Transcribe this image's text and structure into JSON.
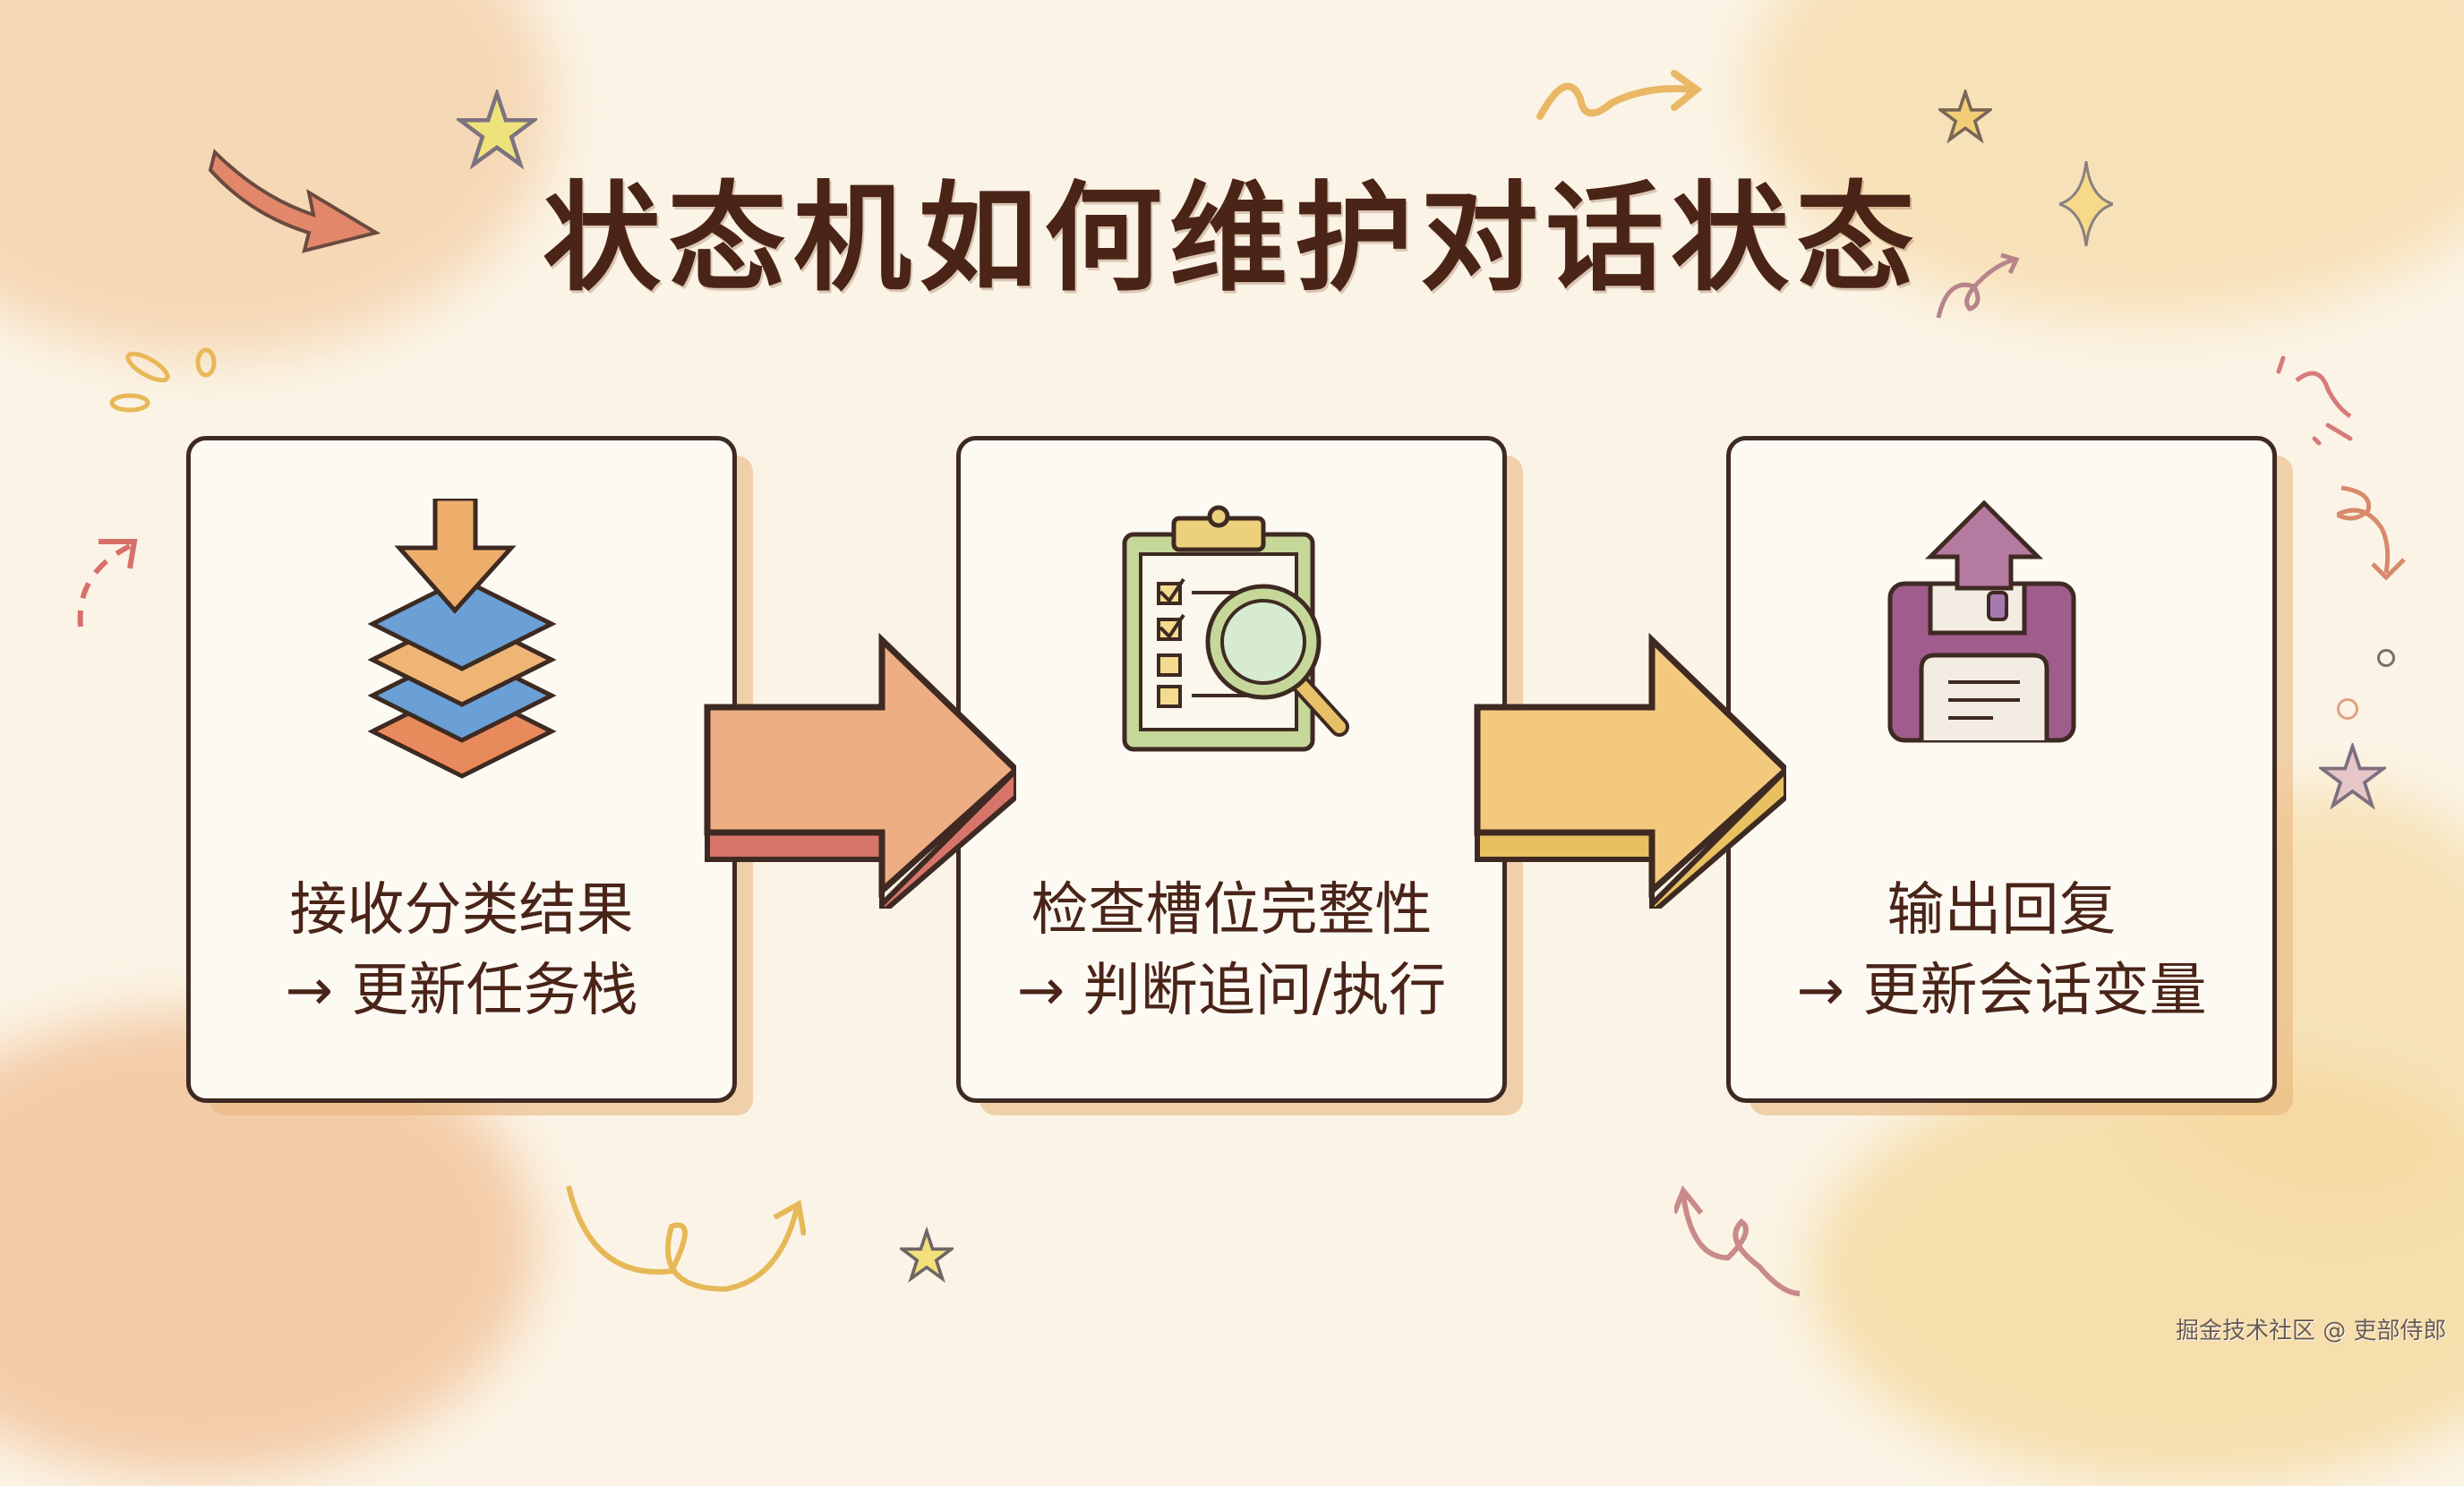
{
  "title": "状态机如何维护对话状态",
  "steps": [
    {
      "icon": "layers-download-icon",
      "line1": "接收分类结果",
      "line2": "→ 更新任务栈"
    },
    {
      "icon": "clipboard-magnifier-icon",
      "line1": "检查槽位完整性",
      "line2": "→ 判断追问/执行"
    },
    {
      "icon": "floppy-upload-icon",
      "line1": "输出回复",
      "line2": "→ 更新会话变量"
    }
  ],
  "connectors": [
    {
      "icon": "right-arrow-icon",
      "color": "#e9a77a"
    },
    {
      "icon": "right-arrow-icon",
      "color": "#f0c66e"
    }
  ],
  "colors": {
    "background": "#fbf4e6",
    "text": "#4a2418",
    "card_border": "#3e2a22",
    "peach_wash": "#f3c9a0",
    "yellow_wash": "#f6dca0"
  },
  "watermark": "掘金技术社区 @ 吏部侍郎"
}
